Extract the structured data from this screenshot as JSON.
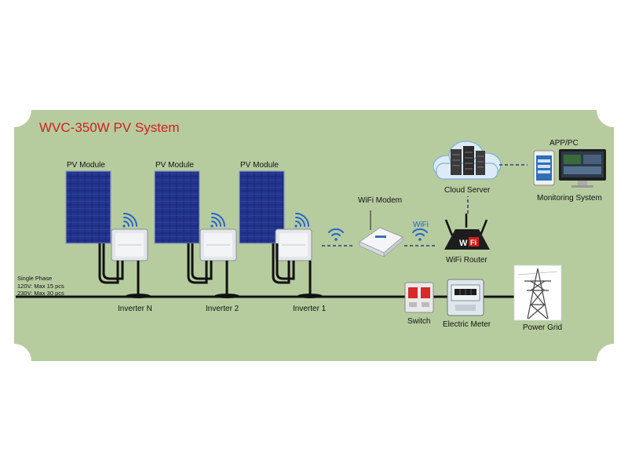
{
  "title": "WVC-350W PV System",
  "pv_modules": [
    {
      "label": "PV Module"
    },
    {
      "label": "PV Module"
    },
    {
      "label": "PV Module"
    }
  ],
  "inverters": [
    {
      "label": "Inverter N"
    },
    {
      "label": "Inverter 2"
    },
    {
      "label": "Inverter 1"
    }
  ],
  "single_phase": {
    "heading": "Single Phase",
    "line_120": "120V:  Max 15 pcs",
    "line_230": "230V:  Max 30 pcs"
  },
  "wifi_modem": "WiFi Modem",
  "wifi_text": "WiFi",
  "wifi_router": "WiFi Router",
  "cloud_server": "Cloud Server",
  "app_pc": "APP/PC",
  "monitoring_system": "Monitoring System",
  "switch": "Switch",
  "electric_meter": "Electric Meter",
  "power_grid": "Power Grid",
  "colors": {
    "background_panel": "#b6cc9f",
    "title": "#d0201d",
    "solar_cell": "#1b2a78",
    "wifi_signal": "#2a64c8",
    "cable": "#111111"
  }
}
